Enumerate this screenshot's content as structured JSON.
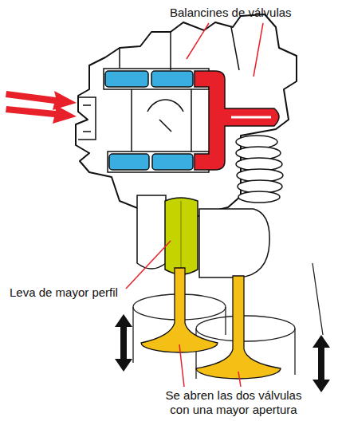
{
  "diagram": {
    "labels": [
      "Balancines de válvulas",
      "Leva de mayor perfil",
      "Se abren las dos válvulas con una mayor apertura"
    ]
  }
}
